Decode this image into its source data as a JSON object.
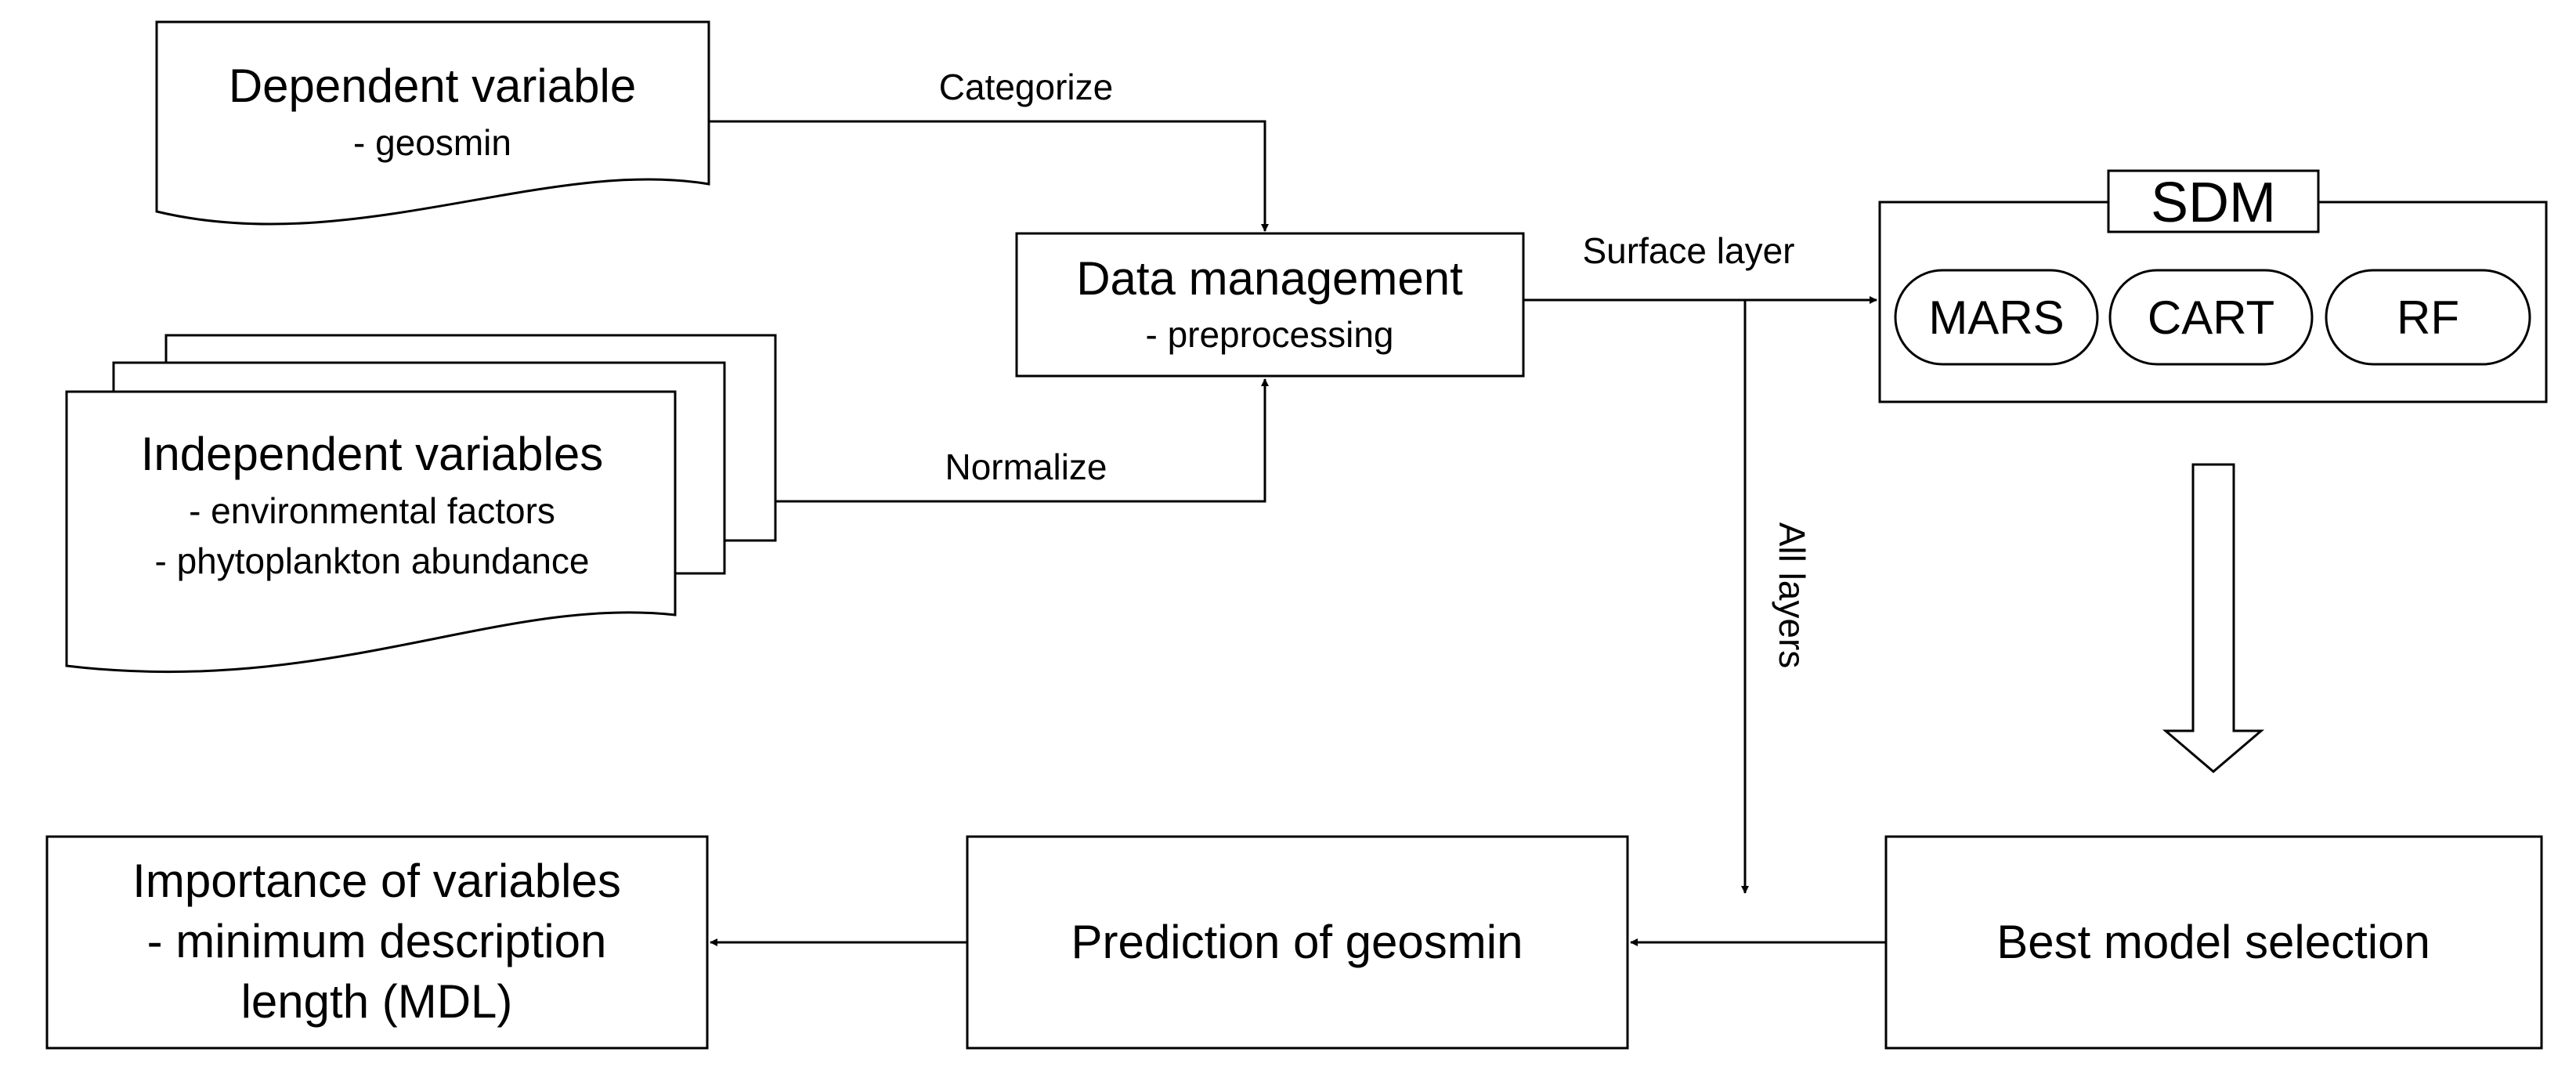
{
  "nodes": {
    "dependent": {
      "title": "Dependent variable",
      "sub": "- geosmin"
    },
    "independent": {
      "title": "Independent variables",
      "sub1": "- environmental  factors",
      "sub2": "- phytoplankton abundance"
    },
    "data_management": {
      "title": "Data management",
      "sub": "- preprocessing"
    },
    "sdm": {
      "title": "SDM",
      "models": [
        "MARS",
        "CART",
        "RF"
      ]
    },
    "best_model": {
      "title": "Best model selection"
    },
    "prediction": {
      "title": "Prediction of geosmin"
    },
    "importance": {
      "line1": "Importance  of variables",
      "line2": "- minimum description",
      "line3": "length (MDL)"
    }
  },
  "edges": {
    "categorize": "Categorize",
    "normalize": "Normalize",
    "surface_layer": "Surface  layer",
    "all_layers": "All layers"
  }
}
